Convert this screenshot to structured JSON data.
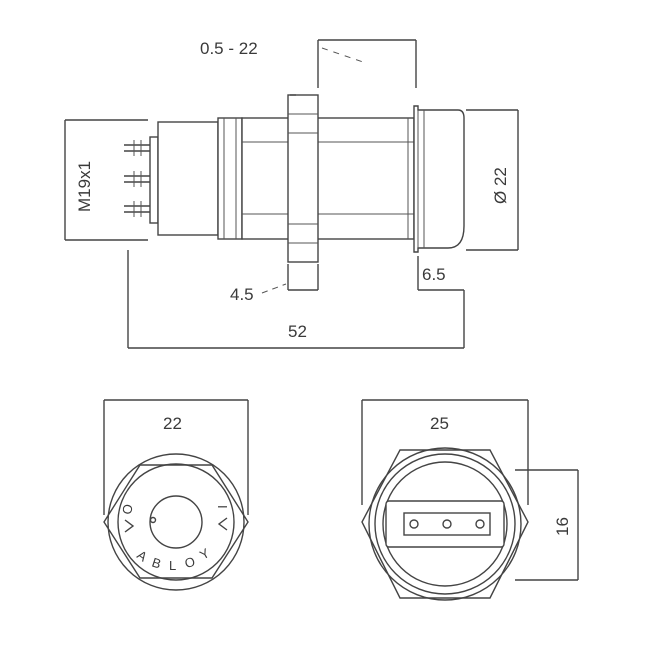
{
  "side_view": {
    "dims": {
      "panel_range": "0.5 - 22",
      "thread": "M19x1",
      "diameter": "Ø 22",
      "bezel_depth": "6.5",
      "nut_thickness": "4.5",
      "total_length": "52"
    }
  },
  "front_view": {
    "width": "22",
    "brand_letters": [
      "A",
      "B",
      "L",
      "O",
      "Y"
    ],
    "pos_off": "O",
    "pos_on": "I"
  },
  "rear_view": {
    "width": "25",
    "height": "16"
  }
}
